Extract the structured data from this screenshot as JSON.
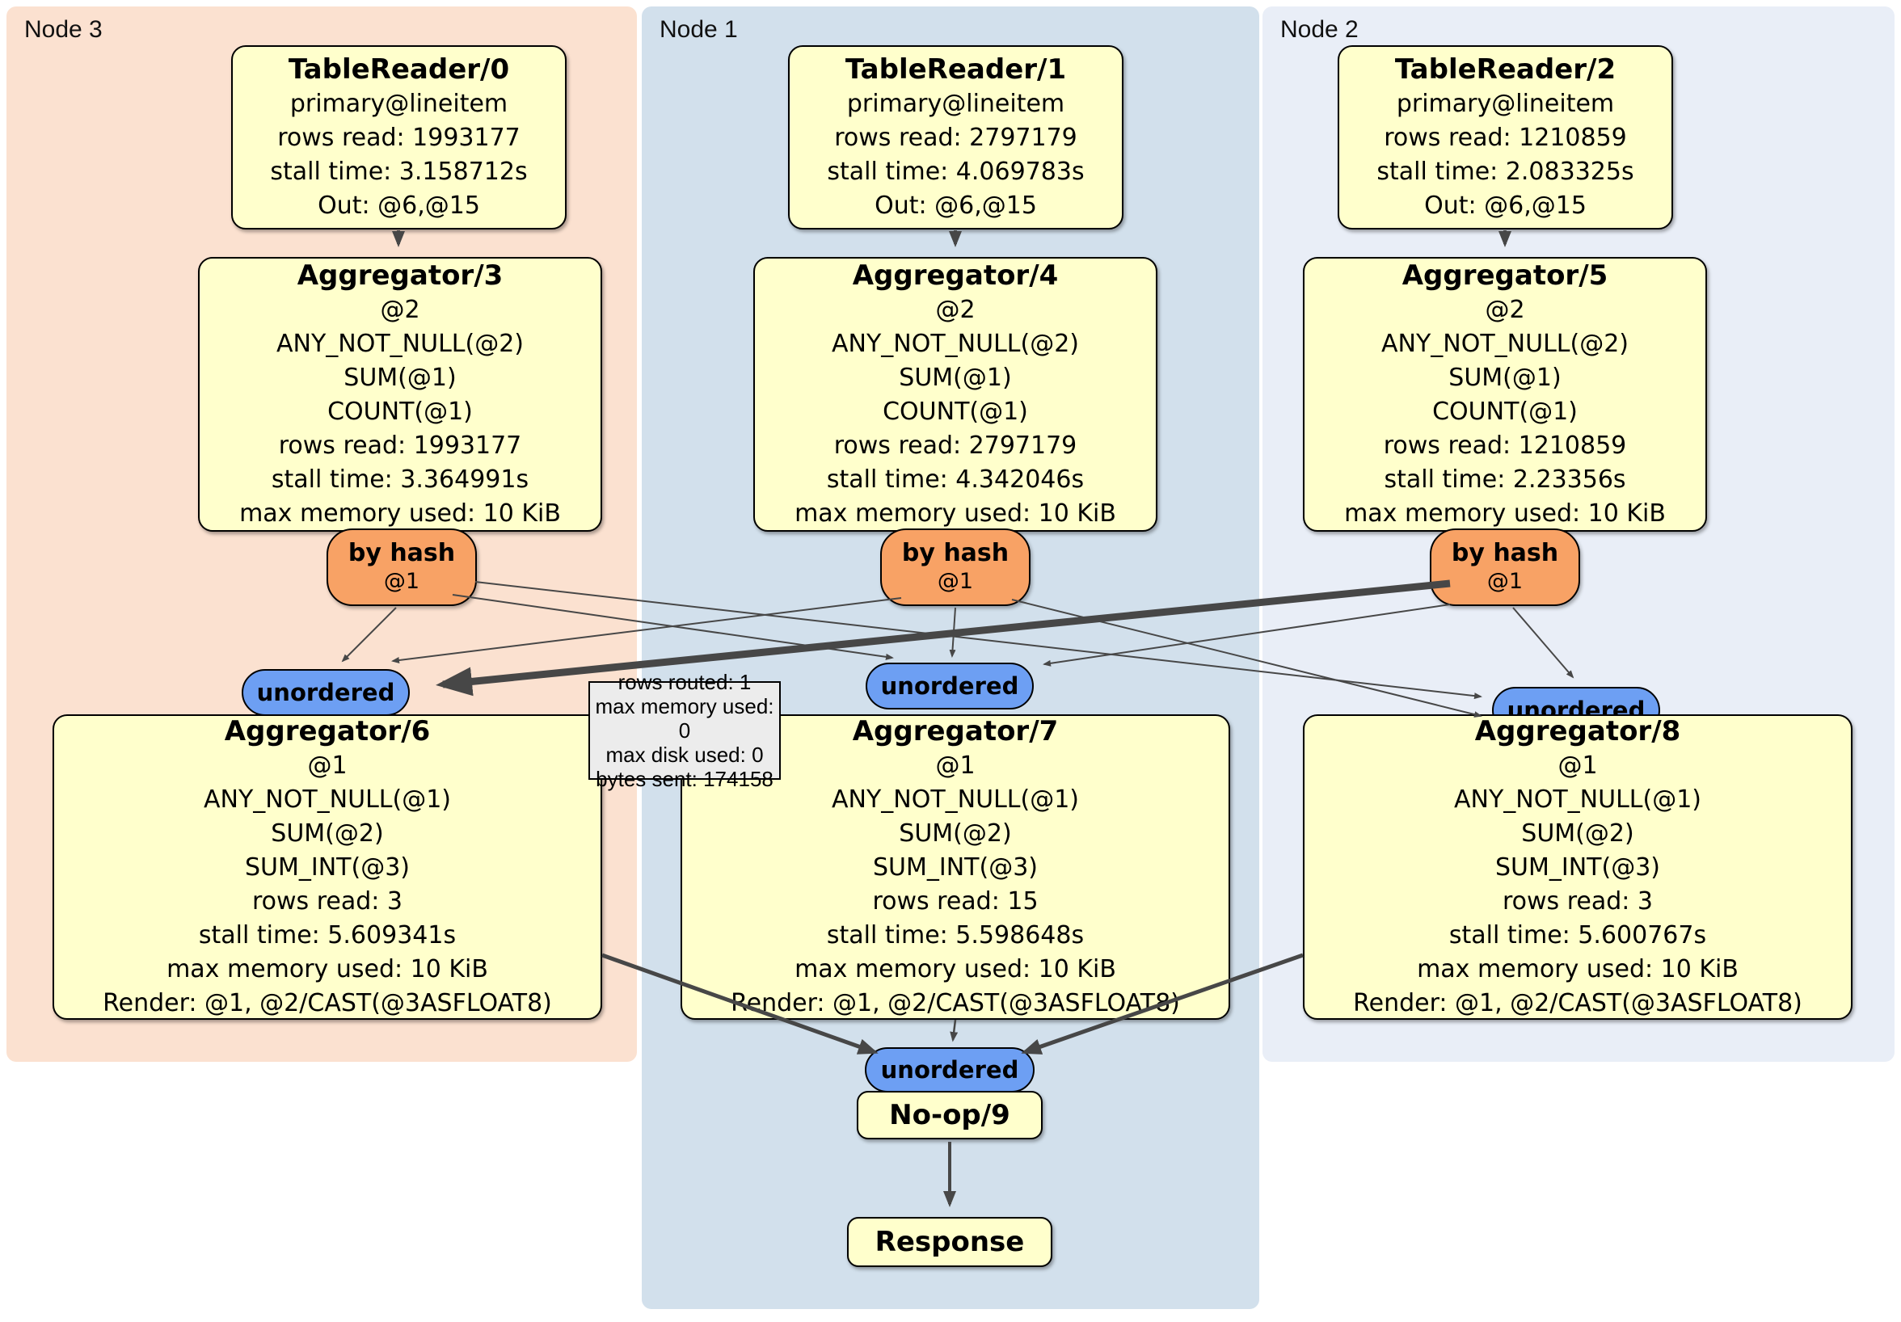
{
  "regions": [
    {
      "label": "Node 3",
      "color": "#fbe1d0"
    },
    {
      "label": "Node 1",
      "color": "#d2e0ec"
    },
    {
      "label": "Node 2",
      "color": "#e9eef7"
    }
  ],
  "palette": {
    "processor_box": "#ffffcc",
    "router": "#f8a265",
    "sync": "#6d9ff3",
    "edge": "#474747",
    "tooltip_bg": "#ececec"
  },
  "nodes": {
    "tr0": {
      "title": "TableReader/0",
      "lines": [
        "primary@lineitem",
        "rows read: 1993177",
        "stall time: 3.158712s",
        "Out: @6,@15"
      ]
    },
    "tr1": {
      "title": "TableReader/1",
      "lines": [
        "primary@lineitem",
        "rows read: 2797179",
        "stall time: 4.069783s",
        "Out: @6,@15"
      ]
    },
    "tr2": {
      "title": "TableReader/2",
      "lines": [
        "primary@lineitem",
        "rows read: 1210859",
        "stall time: 2.083325s",
        "Out: @6,@15"
      ]
    },
    "agg3": {
      "title": "Aggregator/3",
      "lines": [
        "@2",
        "ANY_NOT_NULL(@2)",
        "SUM(@1)",
        "COUNT(@1)",
        "rows read: 1993177",
        "stall time: 3.364991s",
        "max memory used: 10 KiB"
      ]
    },
    "agg4": {
      "title": "Aggregator/4",
      "lines": [
        "@2",
        "ANY_NOT_NULL(@2)",
        "SUM(@1)",
        "COUNT(@1)",
        "rows read: 2797179",
        "stall time: 4.342046s",
        "max memory used: 10 KiB"
      ]
    },
    "agg5": {
      "title": "Aggregator/5",
      "lines": [
        "@2",
        "ANY_NOT_NULL(@2)",
        "SUM(@1)",
        "COUNT(@1)",
        "rows read: 1210859",
        "stall time: 2.23356s",
        "max memory used: 10 KiB"
      ]
    },
    "agg6": {
      "title": "Aggregator/6",
      "lines": [
        "@1",
        "ANY_NOT_NULL(@1)",
        "SUM(@2)",
        "SUM_INT(@3)",
        "rows read: 3",
        "stall time: 5.609341s",
        "max memory used: 10 KiB",
        "Render: @1, @2/CAST(@3ASFLOAT8)"
      ]
    },
    "agg7": {
      "title": "Aggregator/7",
      "lines": [
        "@1",
        "ANY_NOT_NULL(@1)",
        "SUM(@2)",
        "SUM_INT(@3)",
        "rows read: 15",
        "stall time: 5.598648s",
        "max memory used: 10 KiB",
        "Render: @1, @2/CAST(@3ASFLOAT8)"
      ]
    },
    "agg8": {
      "title": "Aggregator/8",
      "lines": [
        "@1",
        "ANY_NOT_NULL(@1)",
        "SUM(@2)",
        "SUM_INT(@3)",
        "rows read: 3",
        "stall time: 5.600767s",
        "max memory used: 10 KiB",
        "Render: @1, @2/CAST(@3ASFLOAT8)"
      ]
    },
    "noop": {
      "title": "No-op/9"
    },
    "response": {
      "title": "Response"
    }
  },
  "routers": [
    {
      "label": "by hash",
      "sub": "@1"
    },
    {
      "label": "by hash",
      "sub": "@1"
    },
    {
      "label": "by hash",
      "sub": "@1"
    }
  ],
  "syncs": [
    {
      "label": "unordered"
    },
    {
      "label": "unordered"
    },
    {
      "label": "unordered"
    },
    {
      "label": "unordered"
    }
  ],
  "tooltip": {
    "lines": [
      "rows routed: 1",
      "max memory used: 0",
      "max disk used: 0",
      "bytes sent: 174158"
    ]
  }
}
